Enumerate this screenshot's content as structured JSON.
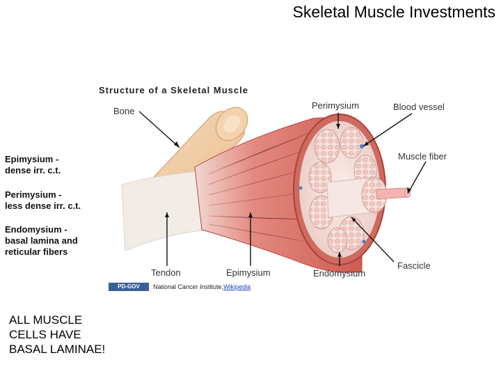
{
  "slide": {
    "title": "Skeletal Muscle Investments"
  },
  "figure": {
    "title": "Structure of a Skeletal Muscle",
    "labels": {
      "bone": "Bone",
      "perimysium": "Perimysium",
      "blood_vessel": "Blood vessel",
      "muscle_fiber": "Muscle fiber",
      "tendon": "Tendon",
      "epimysium": "Epimysium",
      "endomysium": "Endomysium",
      "fascicle": "Fascicle"
    },
    "credit": {
      "badge": "PD-GOV",
      "text": "National Cancer Institute, ",
      "link": "Wikipedia"
    }
  },
  "notes": {
    "epimysium_line1": "Epimysium -",
    "epimysium_line2": "dense irr. c.t.",
    "perimysium_line1": "Perimysium -",
    "perimysium_line2": "less dense irr. c.t.",
    "endomysium_line1": "Endomysium -",
    "endomysium_line2": "basal lamina and",
    "endomysium_line3": "reticular fibers",
    "bottom_line1": "ALL MUSCLE",
    "bottom_line2": "CELLS HAVE",
    "bottom_line3": "BASAL LAMINAE!"
  },
  "colors": {
    "muscle": "#d9655c",
    "muscle_dark": "#b8453f",
    "bone": "#f2cfa8",
    "tendon": "#f1ebe6",
    "fascicle": "#f7e6e2",
    "vessel": "#f4b3b3"
  }
}
